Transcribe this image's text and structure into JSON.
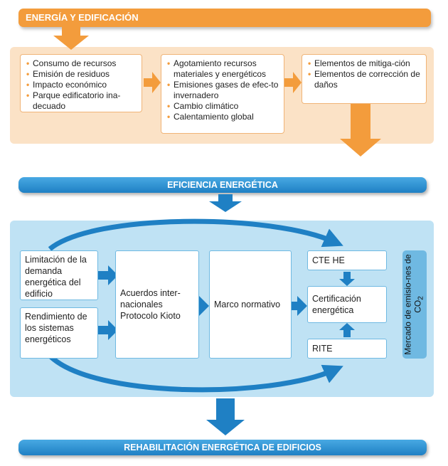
{
  "top_banner": "ENERGÍA Y EDIFICACIÓN",
  "impact_boxes": [
    {
      "items": [
        "Consumo de recursos",
        "Emisión de residuos",
        "Impacto económico",
        "Parque edificatorio ina-decuado"
      ]
    },
    {
      "items": [
        "Agotamiento recursos materiales y energéticos",
        "Emisiones gases de efec-to invernadero",
        "Cambio climático",
        "Calentamiento global"
      ]
    },
    {
      "items": [
        "Elementos de mitiga-ción",
        "Elementos de corrección de daños"
      ]
    }
  ],
  "middle_banner": "EFICIENCIA ENERGÉTICA",
  "left_boxes": [
    "Limitación de la demanda energética del edificio",
    "Rendimiento de los sistemas energéticos"
  ],
  "center_box": "Acuerdos inter-nacionales Protocolo Kioto",
  "marco_box": "Marco normativo",
  "right_boxes": [
    "CTE HE",
    "Certificación energética",
    "RITE"
  ],
  "side_box": {
    "text": "Mercado de emisio-nes de CO",
    "subscript": "2"
  },
  "bottom_banner": "REHABILITACIÓN ENERGÉTICA DE EDIFICIOS",
  "colors": {
    "orange": "#f39c3c",
    "blue": "#2a8fd0",
    "light_orange": "#fbe2c6",
    "light_blue": "#bfe2f4"
  }
}
